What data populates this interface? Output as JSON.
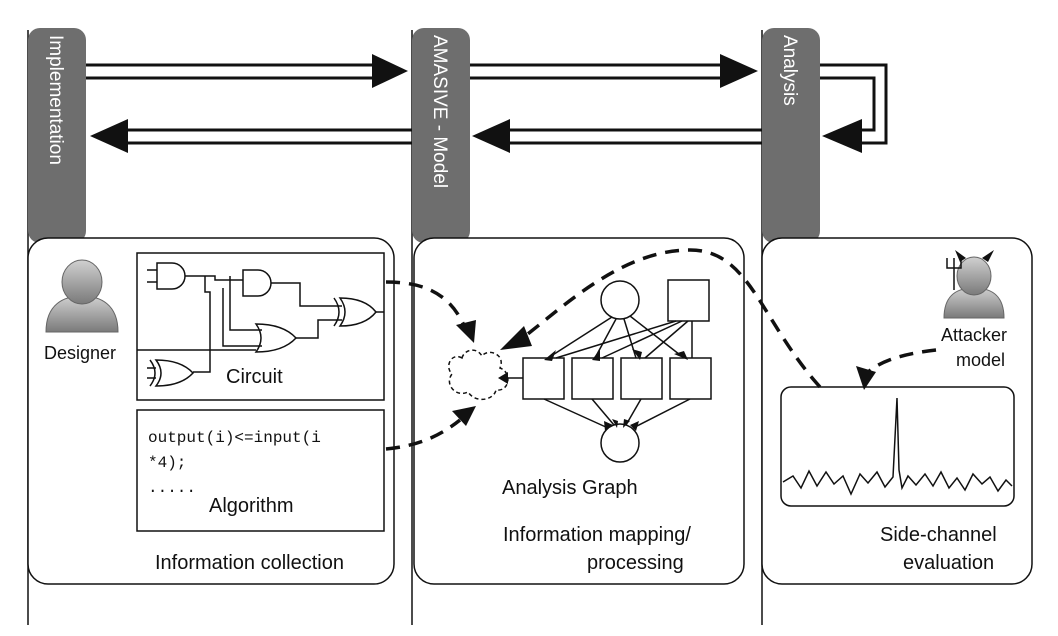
{
  "columns": {
    "implementation": "Implementation",
    "amasive": "AMASIVE - Model",
    "analysis": "Analysis"
  },
  "panels": {
    "collection": {
      "designer": "Designer",
      "circuit": "Circuit",
      "code_line1": "output(i)<=input(i",
      "code_line2": "*4);",
      "code_line3": ".....",
      "algorithm": "Algorithm",
      "caption": "Information collection"
    },
    "mapping": {
      "graph_label": "Analysis Graph",
      "caption_line1": "Information mapping/",
      "caption_line2": "processing"
    },
    "evaluation": {
      "attacker_line1": "Attacker",
      "attacker_line2": "model",
      "caption_line1": "Side-channel",
      "caption_line2": "evaluation"
    }
  },
  "colors": {
    "column_bar": "#6e6e6e",
    "stroke": "#111111",
    "avatar": "#8c8c8c"
  },
  "icons": [
    "designer-avatar-icon",
    "attacker-avatar-icon",
    "trident-icon"
  ]
}
